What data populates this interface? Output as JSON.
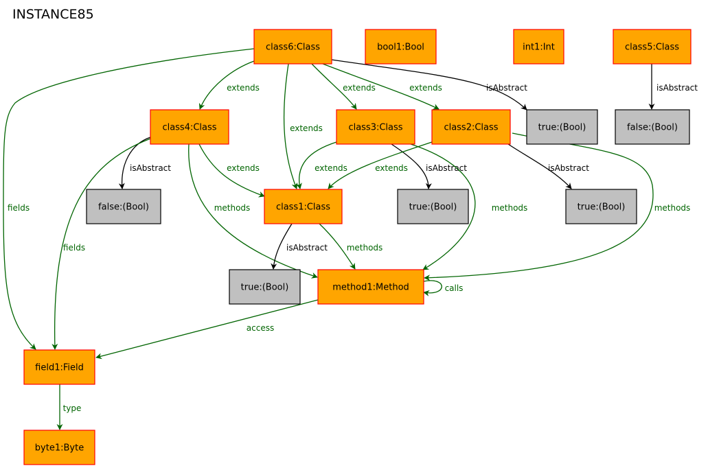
{
  "title": "INSTANCE85",
  "colors": {
    "object_fill": "#ffa500",
    "object_border": "#ff0000",
    "value_fill": "#c0c0c0",
    "value_border": "#000000",
    "edge_green": "#006400",
    "edge_black": "#000000"
  },
  "nodes": [
    {
      "id": "class6",
      "label": "class6:Class",
      "kind": "object"
    },
    {
      "id": "bool1",
      "label": "bool1:Bool",
      "kind": "object"
    },
    {
      "id": "int1",
      "label": "int1:Int",
      "kind": "object"
    },
    {
      "id": "class5",
      "label": "class5:Class",
      "kind": "object"
    },
    {
      "id": "class4",
      "label": "class4:Class",
      "kind": "object"
    },
    {
      "id": "class3",
      "label": "class3:Class",
      "kind": "object"
    },
    {
      "id": "class2",
      "label": "class2:Class",
      "kind": "object"
    },
    {
      "id": "true_a",
      "label": "true:(Bool)",
      "kind": "value"
    },
    {
      "id": "false_a",
      "label": "false:(Bool)",
      "kind": "value"
    },
    {
      "id": "false_b",
      "label": "false:(Bool)",
      "kind": "value"
    },
    {
      "id": "class1",
      "label": "class1:Class",
      "kind": "object"
    },
    {
      "id": "true_b",
      "label": "true:(Bool)",
      "kind": "value"
    },
    {
      "id": "true_c",
      "label": "true:(Bool)",
      "kind": "value"
    },
    {
      "id": "true_d",
      "label": "true:(Bool)",
      "kind": "value"
    },
    {
      "id": "method1",
      "label": "method1:Method",
      "kind": "object"
    },
    {
      "id": "field1",
      "label": "field1:Field",
      "kind": "object"
    },
    {
      "id": "byte1",
      "label": "byte1:Byte",
      "kind": "object"
    }
  ],
  "edges": [
    {
      "from": "class6",
      "to": "class4",
      "label": "extends",
      "color": "green"
    },
    {
      "from": "class6",
      "to": "class1",
      "label": "extends",
      "color": "green"
    },
    {
      "from": "class6",
      "to": "class3",
      "label": "extends",
      "color": "green"
    },
    {
      "from": "class6",
      "to": "class2",
      "label": "extends",
      "color": "green"
    },
    {
      "from": "class6",
      "to": "true_a",
      "label": "isAbstract",
      "color": "black"
    },
    {
      "from": "class6",
      "to": "field1",
      "label": "fields",
      "color": "green"
    },
    {
      "from": "class5",
      "to": "false_a",
      "label": "isAbstract",
      "color": "black"
    },
    {
      "from": "class4",
      "to": "false_b",
      "label": "isAbstract",
      "color": "black"
    },
    {
      "from": "class4",
      "to": "class1",
      "label": "extends",
      "color": "green"
    },
    {
      "from": "class4",
      "to": "method1",
      "label": "methods",
      "color": "green"
    },
    {
      "from": "class4",
      "to": "field1",
      "label": "fields",
      "color": "green"
    },
    {
      "from": "class3",
      "to": "class1",
      "label": "extends",
      "color": "green"
    },
    {
      "from": "class3",
      "to": "true_b",
      "label": "isAbstract",
      "color": "black"
    },
    {
      "from": "class3",
      "to": "method1",
      "label": "methods",
      "color": "green"
    },
    {
      "from": "class2",
      "to": "class1",
      "label": "extends",
      "color": "green"
    },
    {
      "from": "class2",
      "to": "true_c",
      "label": "isAbstract",
      "color": "black"
    },
    {
      "from": "class2",
      "to": "method1",
      "label": "methods",
      "color": "green"
    },
    {
      "from": "class1",
      "to": "true_d",
      "label": "isAbstract",
      "color": "black"
    },
    {
      "from": "class1",
      "to": "method1",
      "label": "methods",
      "color": "green"
    },
    {
      "from": "method1",
      "to": "method1",
      "label": "calls",
      "color": "green"
    },
    {
      "from": "method1",
      "to": "field1",
      "label": "access",
      "color": "green"
    },
    {
      "from": "field1",
      "to": "byte1",
      "label": "type",
      "color": "green"
    }
  ]
}
